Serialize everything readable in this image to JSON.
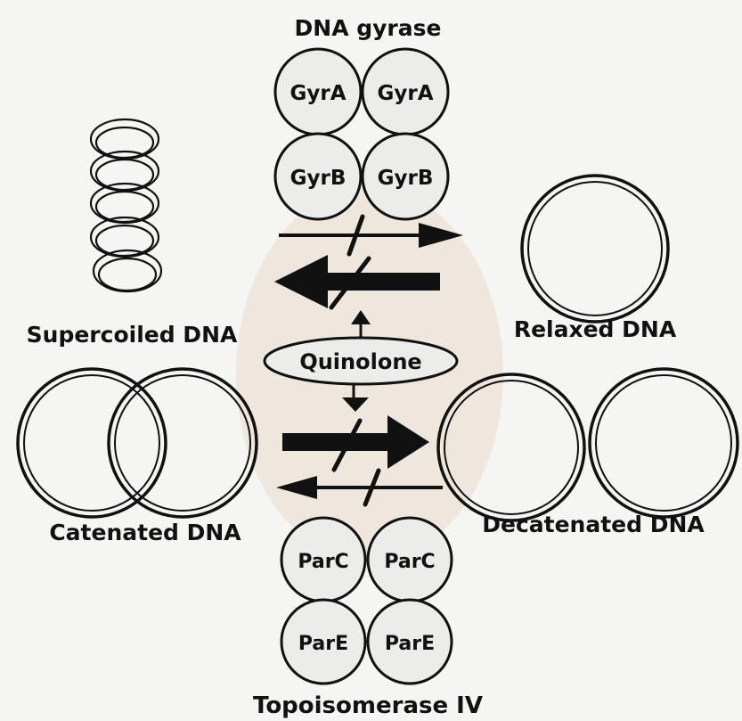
{
  "labels": {
    "dna_gyrase": "DNA gyrase",
    "topoisomerase_iv": "Topoisomerase IV",
    "supercoiled_dna": "Supercoiled DNA",
    "relaxed_dna": "Relaxed DNA",
    "catenated_dna": "Catenated DNA",
    "decatenated_dna": "Decatenated DNA",
    "quinolone": "Quinolone"
  },
  "gyrase_subunits": {
    "top_left": "GyrA",
    "top_right": "GyrA",
    "bottom_left": "GyrB",
    "bottom_right": "GyrB"
  },
  "topo_subunits": {
    "top_left": "ParC",
    "top_right": "ParC",
    "bottom_left": "ParE",
    "bottom_right": "ParE"
  }
}
